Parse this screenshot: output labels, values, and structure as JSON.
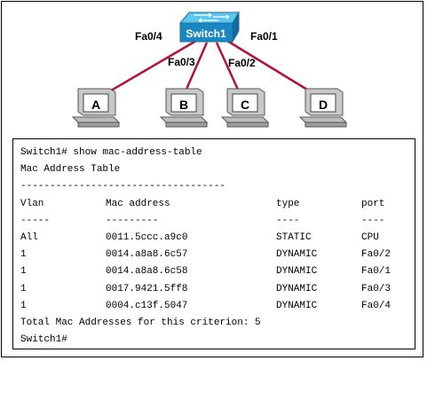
{
  "topology": {
    "switch": {
      "label": "Switch1"
    },
    "ports": {
      "fa04": "Fa0/4",
      "fa03": "Fa0/3",
      "fa02": "Fa0/2",
      "fa01": "Fa0/1"
    },
    "pcs": [
      "A",
      "B",
      "C",
      "D"
    ],
    "colors": {
      "link": "#b5123a",
      "switch_top": "#33b4e8",
      "switch_body": "#1a7fb8"
    }
  },
  "terminal": {
    "command_line": "Switch1# show mac-address-table",
    "title": "Mac Address Table",
    "separator": "-----------------------------------",
    "headers": [
      "Vlan",
      "Mac address",
      "type",
      "port"
    ],
    "header_underlines": [
      "-----",
      "---------",
      "----",
      "----"
    ],
    "rows": [
      [
        "All",
        "0011.5ccc.a9c0",
        "STATIC",
        "CPU"
      ],
      [
        "1",
        "0014.a8a8.6c57",
        "DYNAMIC",
        "Fa0/2"
      ],
      [
        "1",
        "0014.a8a8.6c58",
        "DYNAMIC",
        "Fa0/1"
      ],
      [
        "1",
        "0017.9421.5ff8",
        "DYNAMIC",
        "Fa0/3"
      ],
      [
        "1",
        "0004.c13f.5047",
        "DYNAMIC",
        "Fa0/4"
      ]
    ],
    "total_line": "Total Mac Addresses for this criterion: 5",
    "prompt": "Switch1#"
  }
}
